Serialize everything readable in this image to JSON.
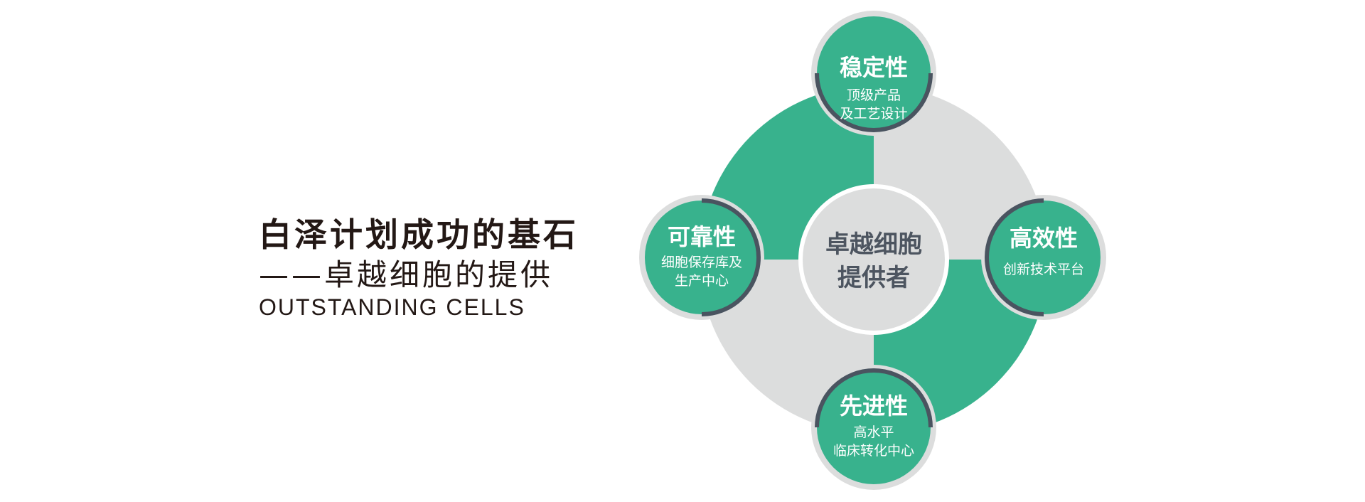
{
  "heading": {
    "title": "白泽计划成功的基石",
    "subtitle": "——卓越细胞的提供",
    "english": "OUTSTANDING CELLS"
  },
  "diagram": {
    "center": {
      "line1": "卓越细胞",
      "line2": "提供者"
    },
    "nodes": {
      "top": {
        "title": "稳定性",
        "line1": "顶级产品",
        "line2": "及工艺设计"
      },
      "left": {
        "title": "可靠性",
        "line1": "细胞保存库及",
        "line2": "生产中心"
      },
      "right": {
        "title": "高效性",
        "line1": "创新技术平台"
      },
      "bottom": {
        "title": "先进性",
        "line1": "高水平",
        "line2": "临床转化中心"
      }
    }
  },
  "colors": {
    "green": "#38b28d",
    "gray": "#dcdddd",
    "dark_ring": "#4a5460",
    "text_dark": "#231815",
    "center_text": "#4d5560"
  }
}
